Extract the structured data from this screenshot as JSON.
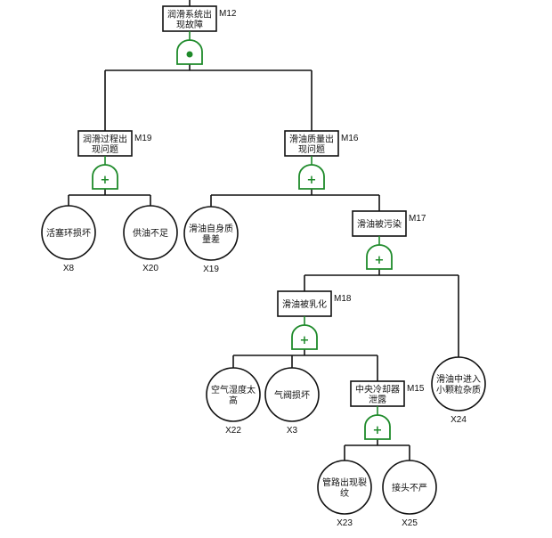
{
  "title": "润滑系统出现故障 故障树",
  "colors": {
    "gate": "#1e8a2a",
    "line": "#111111",
    "box": "#111111",
    "background": "#ffffff"
  },
  "gate_symbols": {
    "and": "•",
    "or": "+"
  },
  "nodes": [
    {
      "id": "M12",
      "type": "intermediate",
      "lines": [
        "润滑系统出",
        "现故障"
      ],
      "gate": "and",
      "parent": null
    },
    {
      "id": "M19",
      "type": "intermediate",
      "lines": [
        "润滑过程出",
        "现问题"
      ],
      "gate": "or",
      "parent": "M12"
    },
    {
      "id": "M16",
      "type": "intermediate",
      "lines": [
        "滑油质量出",
        "现问题"
      ],
      "gate": "or",
      "parent": "M12"
    },
    {
      "id": "X8",
      "type": "basic",
      "lines": [
        "活塞环损坏"
      ],
      "parent": "M19"
    },
    {
      "id": "X20",
      "type": "basic",
      "lines": [
        "供油不足"
      ],
      "parent": "M19"
    },
    {
      "id": "X19",
      "type": "basic",
      "lines": [
        "滑油自身质",
        "量差"
      ],
      "parent": "M16"
    },
    {
      "id": "M17",
      "type": "intermediate",
      "lines": [
        "滑油被污染"
      ],
      "gate": "or",
      "parent": "M16"
    },
    {
      "id": "M18",
      "type": "intermediate",
      "lines": [
        "滑油被乳化"
      ],
      "gate": "or",
      "parent": "M17"
    },
    {
      "id": "X24",
      "type": "basic",
      "lines": [
        "滑油中进入",
        "小颗粒杂质"
      ],
      "parent": "M17"
    },
    {
      "id": "X22",
      "type": "basic",
      "lines": [
        "空气湿度太",
        "高"
      ],
      "parent": "M18"
    },
    {
      "id": "X3",
      "type": "basic",
      "lines": [
        "气阀损坏"
      ],
      "parent": "M18"
    },
    {
      "id": "M15",
      "type": "intermediate",
      "lines": [
        "中央冷却器",
        "泄露"
      ],
      "gate": "or",
      "parent": "M18"
    },
    {
      "id": "X23",
      "type": "basic",
      "lines": [
        "管路出现裂",
        "纹"
      ],
      "parent": "M15"
    },
    {
      "id": "X25",
      "type": "basic",
      "lines": [
        "接头不严"
      ],
      "parent": "M15"
    }
  ]
}
